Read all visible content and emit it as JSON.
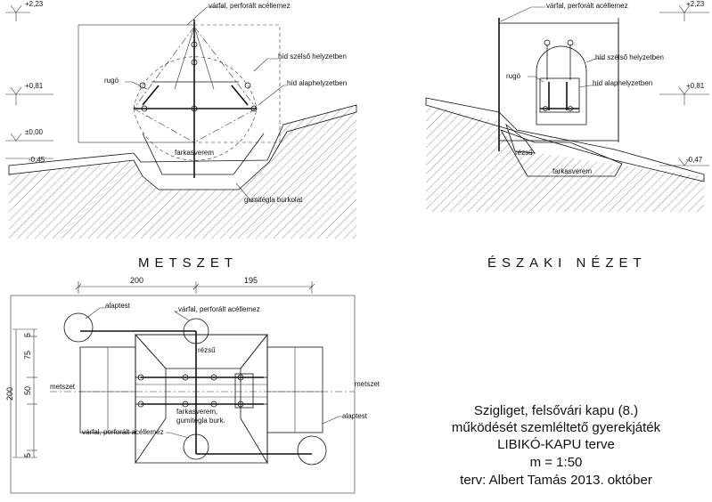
{
  "views": {
    "section": {
      "heading": "METSZET",
      "labels": {
        "wall": "várfal, perforált acéllemez",
        "bridge_end": "híd szélső helyzetben",
        "spring": "rugó",
        "bridge_base": "híd alaphelyzetben",
        "pit": "farkasverem",
        "rubber": "gumitégla burkolat"
      },
      "levels": {
        "top": "+2,23",
        "mid": "+0,81",
        "zero": "±0,00",
        "low": "-0,45"
      }
    },
    "north": {
      "heading": "ÉSZAKI NÉZET",
      "labels": {
        "wall": "várfal, perforált acéllemez",
        "bridge_end": "híd szélső helyzetben",
        "spring": "rugó",
        "bridge_base": "híd alaphelyzetben",
        "slope": "rézsű",
        "pit": "farkasverem"
      },
      "levels": {
        "top": "+2,23",
        "mid": "+0,81",
        "low": "-0,47"
      }
    },
    "plan": {
      "dimensions": {
        "left": "200",
        "right": "195",
        "v1": "5",
        "v2": "75",
        "v3": "50",
        "v4": "5",
        "total": "200"
      },
      "labels": {
        "foundation_top": "alaptest",
        "wall_top": "várfal, perforált acéllemez",
        "slope": "rézsű",
        "cut_left": "metszet",
        "cut_right": "metszet",
        "pit": "farkasverem,",
        "rubber": "gumitégla burk.",
        "wall_bottom": "várfal, perforált acéllemez",
        "foundation_right": "alaptest"
      }
    }
  },
  "title_block": {
    "line1": "Szigliget, felsővári kapu (8.)",
    "line2": "működését szemléltető gyerekjáték",
    "line3": "LIBIKÓ-KAPU terve",
    "line4": "m = 1:50",
    "line5": "terv: Albert Tamás 2013. október"
  }
}
